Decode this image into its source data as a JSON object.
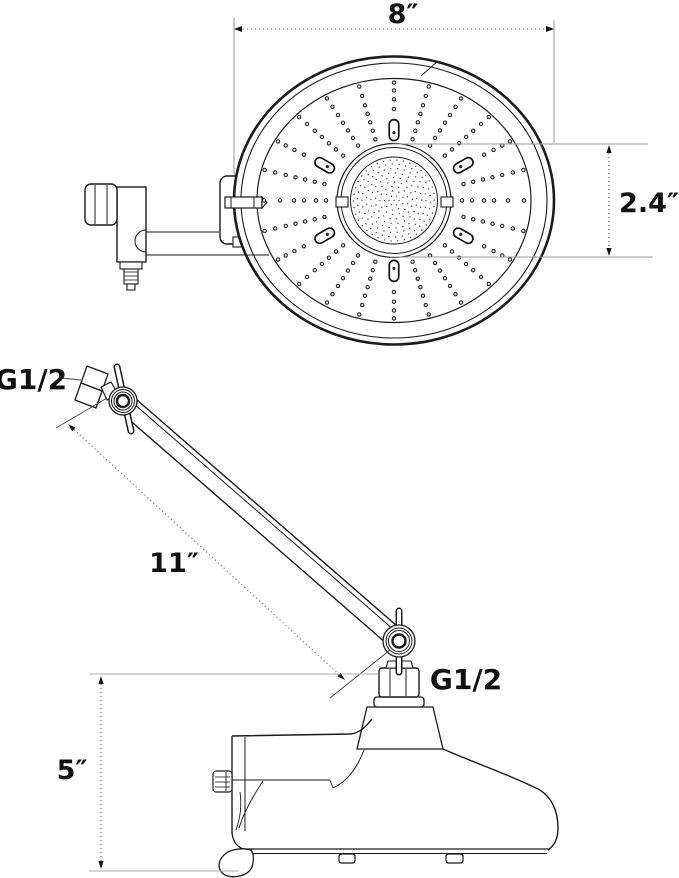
{
  "labels": {
    "width": "8″",
    "core_diameter": "2.4″",
    "arm_length": "11″",
    "height": "5″",
    "thread_upper": "G1/2",
    "thread_lower": "G1/2"
  },
  "colors": {
    "background": "#ffffff",
    "line": "#1b1b1b",
    "text": "#111111",
    "dimension_line": "#777777",
    "extension_line": "#9a9a9a"
  }
}
